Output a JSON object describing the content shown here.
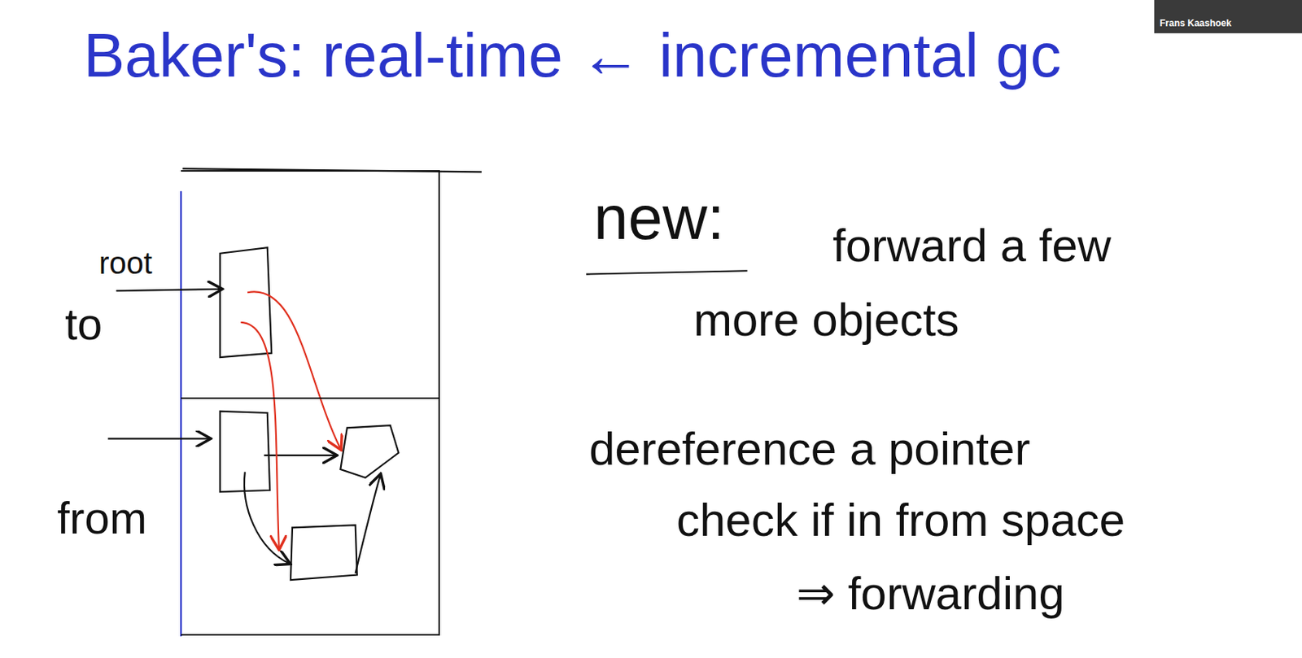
{
  "diagram": {
    "title": "Baker's: real-time ← incremental gc",
    "nodes": [
      {
        "text": [
          "to"
        ]
      },
      {
        "text": [
          "from"
        ]
      }
    ],
    "labels": [
      "root",
      "new:",
      "forward a few more objects",
      "dereference a pointer",
      "check if in from space",
      "⇒ forwarding",
      "Frans Kaashoek"
    ]
  }
}
